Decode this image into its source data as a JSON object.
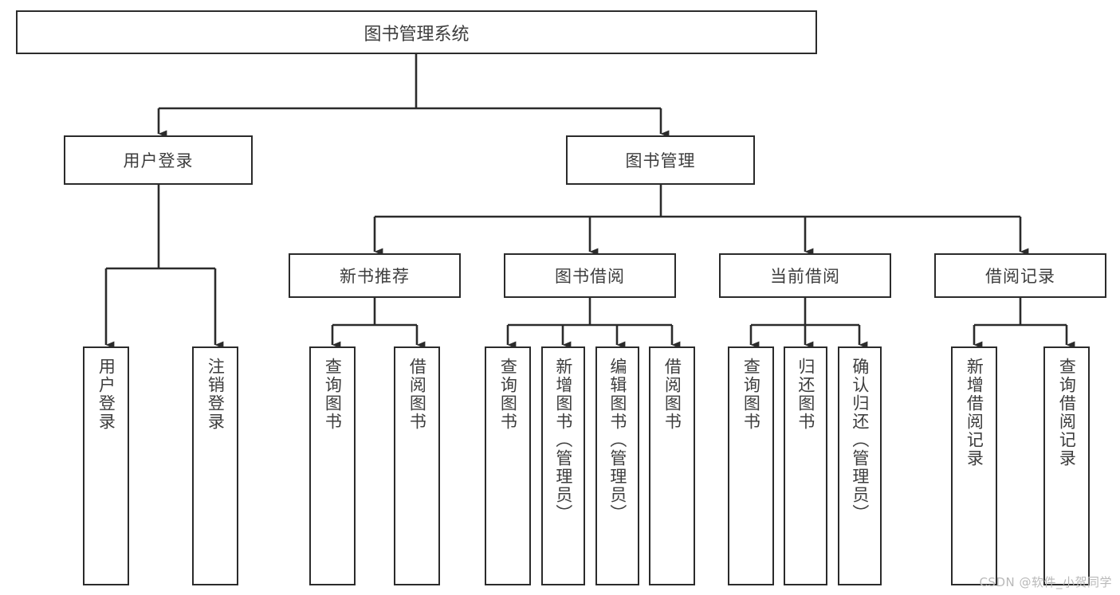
{
  "diagram": {
    "title": "图书管理系统",
    "root": {
      "label": "图书管理系统"
    },
    "level2": [
      {
        "label": "用户登录"
      },
      {
        "label": "图书管理"
      }
    ],
    "level3": [
      {
        "label": "新书推荐"
      },
      {
        "label": "图书借阅"
      },
      {
        "label": "当前借阅"
      },
      {
        "label": "借阅记录"
      }
    ],
    "leaves": {
      "user_login": [
        {
          "label": "用户登录"
        },
        {
          "label": "注销登录"
        }
      ],
      "new_book_recommend": [
        {
          "label": "查询图书"
        },
        {
          "label": "借阅图书"
        }
      ],
      "book_borrow": [
        {
          "label": "查询图书"
        },
        {
          "label": "新增图书（管理员）"
        },
        {
          "label": "编辑图书（管理员）"
        },
        {
          "label": "借阅图书"
        }
      ],
      "current_borrow": [
        {
          "label": "查询图书"
        },
        {
          "label": "归还图书"
        },
        {
          "label": "确认归还（管理员）"
        }
      ],
      "borrow_record": [
        {
          "label": "新增借阅记录"
        },
        {
          "label": "查询借阅记录"
        }
      ]
    }
  },
  "watermark": {
    "text": "CSDN @软件_小贺同学"
  },
  "colors": {
    "stroke": "#2b2b2b",
    "text": "#3d3d3d",
    "background": "#ffffff",
    "watermark": "#b9b9b9"
  }
}
